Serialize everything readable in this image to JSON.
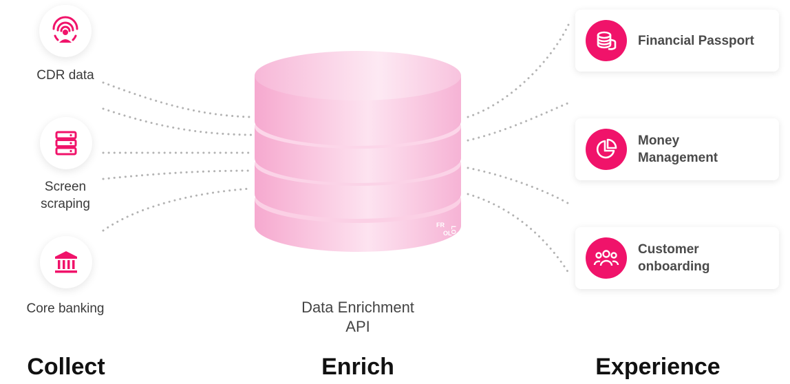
{
  "sources": [
    {
      "label": "CDR data",
      "icon": "fingerprint-icon"
    },
    {
      "label": "Screen\nscraping",
      "icon": "server-icon"
    },
    {
      "label": "Core banking",
      "icon": "bank-icon"
    }
  ],
  "center": {
    "label": "Data Enrichment\nAPI",
    "logo": "FROLO",
    "icon": "database-icon"
  },
  "outputs": [
    {
      "label": "Financial Passport",
      "icon": "coins-icon"
    },
    {
      "label": "Money\nManagement",
      "icon": "pie-chart-icon"
    },
    {
      "label": "Customer\nonboarding",
      "icon": "users-icon"
    }
  ],
  "sections": {
    "collect": "Collect",
    "enrich": "Enrich",
    "experience": "Experience"
  },
  "colors": {
    "accent": "#f0136a",
    "db_pink": "#f9bfdc",
    "dots": "#b0b0b0"
  }
}
